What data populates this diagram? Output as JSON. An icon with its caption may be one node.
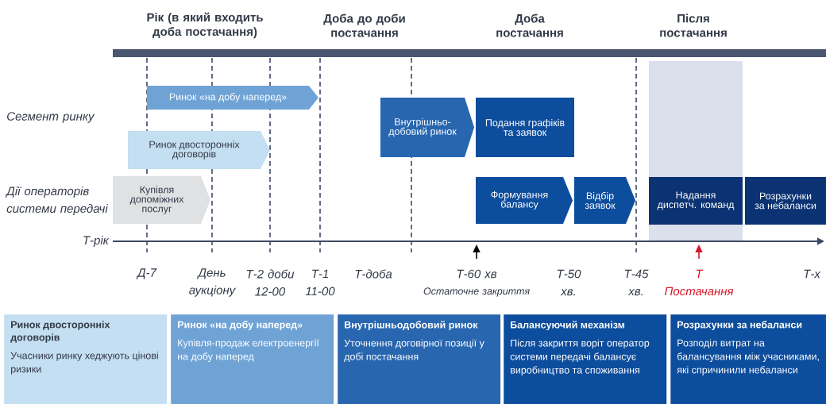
{
  "diagram": {
    "nodes": [
      {
        "text": [
          "Ринок «на добу наперед»"
        ]
      },
      {
        "text": [
          "Ринок двосторонніх договорів"
        ]
      },
      {
        "text": [
          "Купівля допоміжних послуг"
        ]
      },
      {
        "text": [
          "Внутрішньо-добовий ринок"
        ]
      },
      {
        "text": [
          "Подання графіків та заявок"
        ]
      },
      {
        "text": [
          "Формування балансу"
        ]
      },
      {
        "text": [
          "Відбір заявок"
        ]
      },
      {
        "text": [
          "Надання диспетч. команд"
        ]
      },
      {
        "text": [
          "Розрахунки за небаланси"
        ]
      },
      {
        "text": [
          "Ринок двосторонніх договорів",
          "Учасники ринку хеджують цінові ризики"
        ]
      },
      {
        "text": [
          "Ринок «на добу наперед»",
          "Купівля-продаж електроенергії на добу наперед"
        ]
      },
      {
        "text": [
          "Внутрішньодобовий ринок",
          "Уточнення договірної позиції у добі постачання"
        ]
      },
      {
        "text": [
          "Балансуючий механізм",
          "Після закриття воріт оператор системи передачі балансує виробництво та споживання"
        ]
      },
      {
        "text": [
          "Розрахунки за небаланси",
          "Розподіл витрат на балансування між учасниками, які спричинили небаланси"
        ]
      }
    ],
    "labels": [
      "Рік (в який входить доба постачання)",
      "Доба до доби постачання",
      "Доба постачання",
      "Після постачання",
      "Сегмент ринку",
      "Дії операторів системи передачі",
      "Т-рік",
      "Д-7",
      "День аукціону",
      "Т-2 доби 12-00",
      "Т-1 11-00",
      "Т-доба",
      "Т-60 хв",
      "Остаточне закриття",
      "Т-50 хв.",
      "Т-45 хв.",
      "Т",
      "Постачання",
      "Т-х"
    ]
  }
}
